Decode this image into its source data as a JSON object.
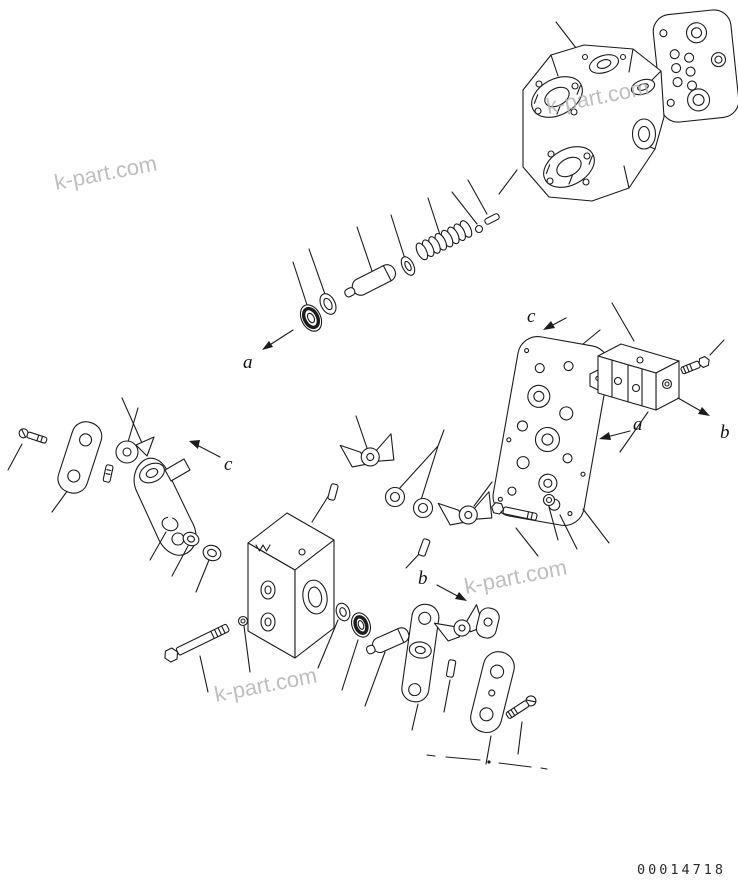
{
  "page": {
    "background_color": "#ffffff",
    "line_color": "#1c1c1c",
    "watermark_color": "#b4b4b4"
  },
  "titleblock": {
    "drawing_number": "00014718"
  },
  "watermarks": {
    "top_left": "k-part.com",
    "top_right": "k-part.com",
    "middle_right": "k-part.com",
    "bottom_left": "k-part.com"
  },
  "callouts": {
    "a_upper": "a",
    "a_right": "a",
    "b_center": "b",
    "b_right": "b",
    "c_center": "c",
    "c_right": "c"
  }
}
